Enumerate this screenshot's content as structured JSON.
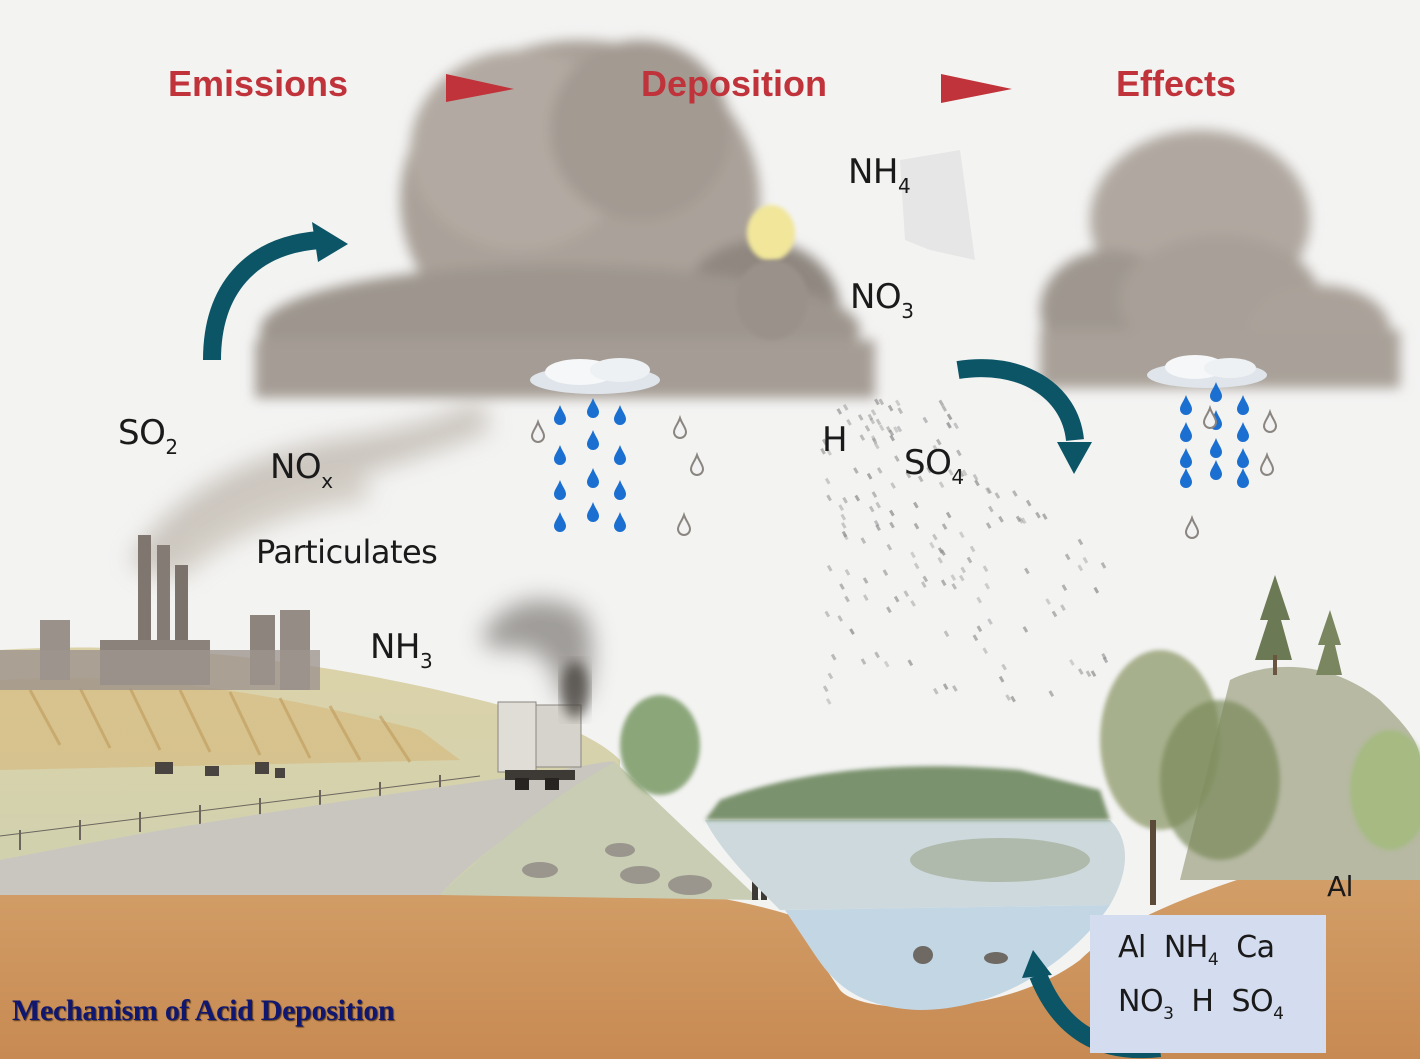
{
  "diagram": {
    "caption": "Mechanism of Acid Deposition",
    "stages": [
      {
        "label": "Emissions"
      },
      {
        "label": "Deposition"
      },
      {
        "label": "Effects"
      }
    ],
    "stage_arrow_color": "#c0333a",
    "flow_arrow_color": "#0b5566",
    "emissions_labels": [
      {
        "base": "SO",
        "sub": "2"
      },
      {
        "base": "NO",
        "sub": "x"
      },
      {
        "base": "Particulates",
        "sub": ""
      },
      {
        "base": "NH",
        "sub": "3"
      }
    ],
    "atmosphere_labels": [
      {
        "base": "NH",
        "sub": "4"
      },
      {
        "base": "NO",
        "sub": "3"
      },
      {
        "base": "H",
        "sub": ""
      },
      {
        "base": "SO",
        "sub": "4"
      }
    ],
    "soil_label": {
      "base": "Al",
      "sub": ""
    },
    "ion_box": {
      "row1": [
        {
          "base": "Al",
          "sub": ""
        },
        {
          "base": "NH",
          "sub": "4"
        },
        {
          "base": "Ca",
          "sub": ""
        }
      ],
      "row2": [
        {
          "base": "NO",
          "sub": "3"
        },
        {
          "base": "H",
          "sub": ""
        },
        {
          "base": "SO",
          "sub": "4"
        }
      ],
      "background": "#d4ddef"
    },
    "colors": {
      "title_red": "#c0333a",
      "caption_navy": "#0f1770",
      "rain_blue": "#1a6fd0",
      "soil": "#c8925a",
      "water": "#c9dbe6"
    }
  }
}
